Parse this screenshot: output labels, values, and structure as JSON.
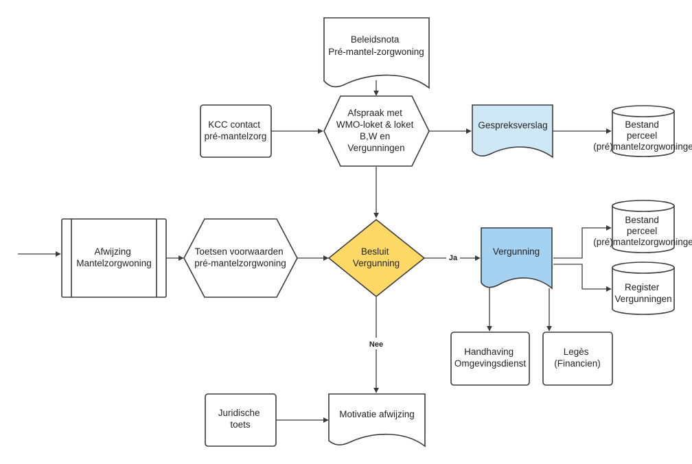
{
  "colors": {
    "diamond": "#ffd966",
    "doc_light": "#cfe8f6",
    "doc_blue": "#a4d2f0",
    "stroke": "#3a3a3a"
  },
  "nodes": {
    "beleidsnota": [
      "Beleidsnota",
      "Pré-mantel-zorgwoning"
    ],
    "kcc": [
      "KCC contact",
      "pré-mantelzorg"
    ],
    "afspraak": [
      "Afspraak met",
      "WMO-loket & loket",
      "B,W en",
      "Vergunningen"
    ],
    "gespreksverslag": [
      "Gespreksverslag"
    ],
    "bestand1": [
      "Bestand",
      "perceel",
      "(pré)mantelzorgwoninge"
    ],
    "afwijzing": [
      "Afwijzing",
      "Mantelzorgwoning"
    ],
    "toetsen": [
      "Toetsen voorwaarden",
      "pré-mantelzorgwoning"
    ],
    "besluit": [
      "Besluit",
      "Vergunning"
    ],
    "vergunning": [
      "Vergunning"
    ],
    "bestand2": [
      "Bestand",
      "perceel",
      "(pré)mantelzorgwoninge"
    ],
    "register": [
      "Register",
      "Vergunningen"
    ],
    "handhaving": [
      "Handhaving",
      "Omgevingsdienst"
    ],
    "leges": [
      "Legès",
      "(Financien)"
    ],
    "juridische": [
      "Juridische",
      "toets"
    ],
    "motivatie": [
      "Motivatie afwijzing"
    ]
  },
  "edge_labels": {
    "ja": "Ja",
    "nee": "Nee"
  }
}
